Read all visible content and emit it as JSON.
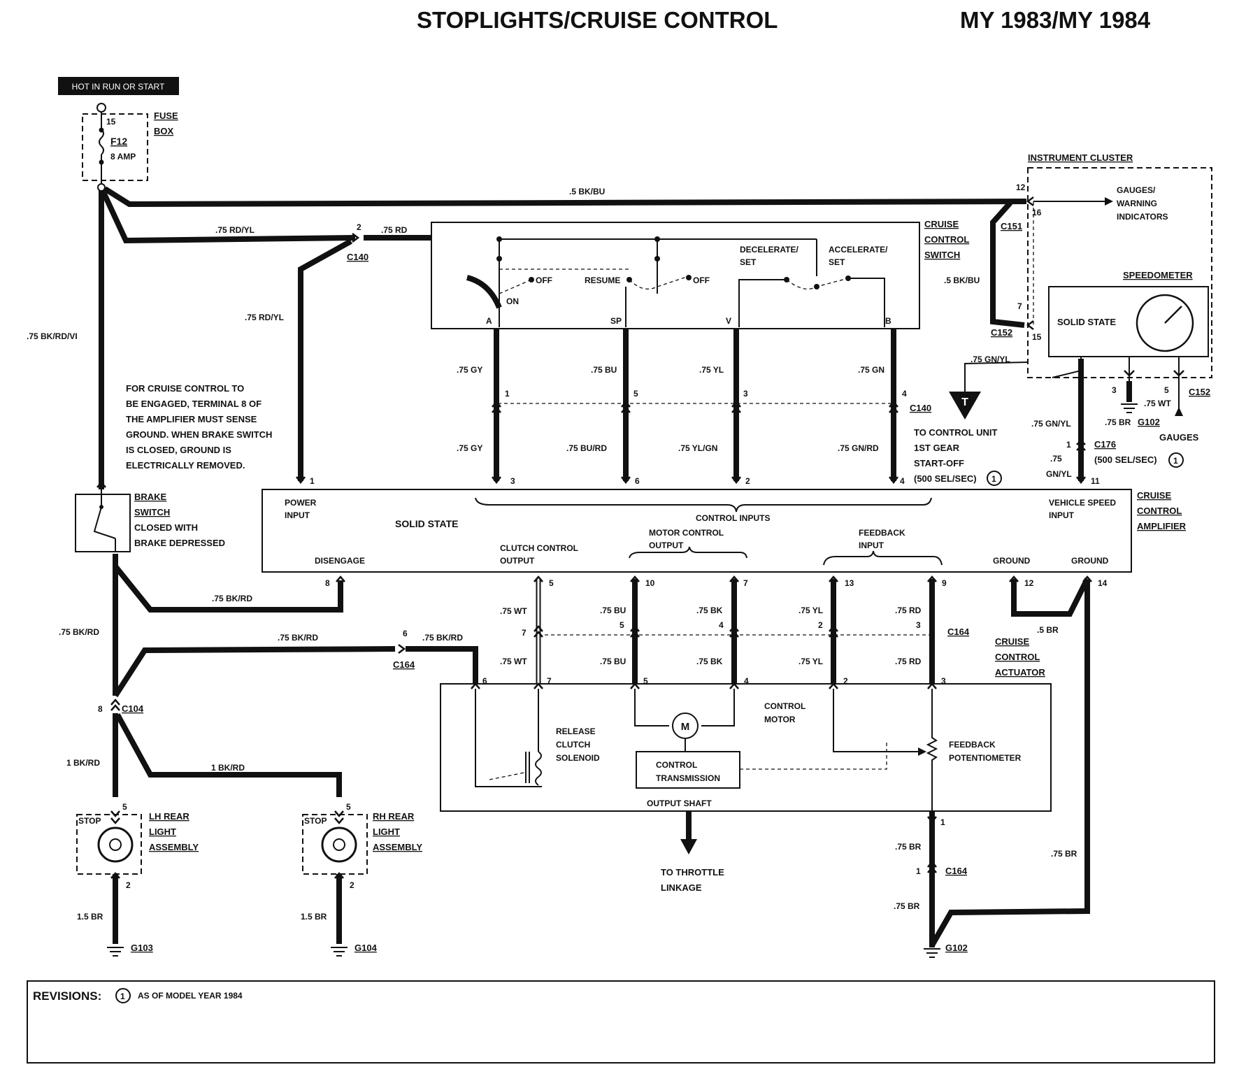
{
  "header": {
    "title": "STOPLIGHTS/CRUISE CONTROL",
    "model_years": "MY 1983/MY 1984"
  },
  "power": {
    "badge": "HOT IN RUN OR START",
    "fuse_box": [
      "FUSE",
      "BOX"
    ],
    "fuse_id": "F12",
    "fuse_rating": "8 AMP",
    "fuse_terminal": "15"
  },
  "note": [
    "FOR CRUISE CONTROL TO",
    "BE ENGAGED, TERMINAL 8 OF",
    "THE AMPLIFIER MUST SENSE",
    "GROUND. WHEN BRAKE SWITCH",
    "IS CLOSED, GROUND IS",
    "ELECTRICALLY REMOVED."
  ],
  "brake_switch": {
    "name": [
      "BRAKE",
      "SWITCH"
    ],
    "desc": [
      "CLOSED WITH",
      "BRAKE DEPRESSED"
    ]
  },
  "cruise_switch": {
    "name": [
      "CRUISE",
      "CONTROL",
      "SWITCH"
    ],
    "positions": {
      "off1": "OFF",
      "on": "ON",
      "resume": "RESUME",
      "off2": "OFF",
      "decel": [
        "DECELERATE/",
        "SET"
      ],
      "accel": [
        "ACCELERATE/",
        "SET"
      ]
    },
    "terminals": [
      "A",
      "SP",
      "V",
      "B"
    ]
  },
  "instrument_cluster": {
    "name": "INSTRUMENT CLUSTER",
    "gauges": [
      "GAUGES/",
      "WARNING",
      "INDICATORS"
    ],
    "speedometer": "SPEEDOMETER",
    "solid_state": "SOLID STATE"
  },
  "amplifier": {
    "name": [
      "CRUISE",
      "CONTROL",
      "AMPLIFIER"
    ],
    "solid_state": "SOLID STATE",
    "power_input": [
      "POWER",
      "INPUT"
    ],
    "control_inputs": "CONTROL INPUTS",
    "vehicle_speed": [
      "VEHICLE SPEED",
      "INPUT"
    ],
    "disengage": "DISENGAGE",
    "clutch_output": [
      "CLUTCH CONTROL",
      "OUTPUT"
    ],
    "motor_output": [
      "MOTOR CONTROL",
      "OUTPUT"
    ],
    "feedback_input": [
      "FEEDBACK",
      "INPUT"
    ],
    "ground1": "GROUND",
    "ground2": "GROUND"
  },
  "actuator": {
    "name": [
      "CRUISE",
      "CONTROL",
      "ACTUATOR"
    ],
    "release": [
      "RELEASE",
      "CLUTCH",
      "SOLENOID"
    ],
    "control_motor": [
      "CONTROL",
      "MOTOR"
    ],
    "motor_symbol": "M",
    "transmission": [
      "CONTROL",
      "TRANSMISSION"
    ],
    "output_shaft": "OUTPUT   SHAFT",
    "feedback_pot": [
      "FEEDBACK",
      "POTENTIOMETER"
    ],
    "throttle": [
      "TO THROTTLE",
      "LINKAGE"
    ]
  },
  "td_control": {
    "lines": [
      "TO CONTROL UNIT",
      "1ST GEAR",
      "START-OFF",
      "(500 SEL/SEC)"
    ],
    "symbol": "T"
  },
  "lights": {
    "lh": [
      "LH REAR",
      "LIGHT",
      "ASSEMBLY"
    ],
    "rh": [
      "RH REAR",
      "LIGHT",
      "ASSEMBLY"
    ],
    "stop": "STOP"
  },
  "wires": {
    "bk_bu_top": ".5 BK/BU",
    "rd_yl_top": ".75 RD/YL",
    "rd": ".75 RD",
    "rd_yl_down": ".75 RD/YL",
    "bk_rd_vi": ".75 BK/RD/VI",
    "gy": ".75 GY",
    "bu": ".75 BU",
    "yl": ".75 YL",
    "gn": ".75 GN",
    "gy2": ".75 GY",
    "bu_rd": ".75 BU/RD",
    "yl_gn": ".75 YL/GN",
    "gn_rd": ".75 GN/RD",
    "bk_bu_cluster": ".5 BK/BU",
    "gn_yl_td": ".75 GN/YL",
    "gn_yl_c176": ".75 GN/YL",
    "br_g102": ".75 BR",
    "wt_gauges": ".75 WT",
    "gn_yl_amp_1": ".75",
    "gn_yl_amp_2": "GN/YL",
    "bk_rd_brake": ".75 BK/RD",
    "bk_rd_left": ".75 BK/RD",
    "bk_rd_mid": ".75 BK/RD",
    "bk_rd_c164": ".75 BK/RD",
    "bk_rd_1a": "1 BK/RD",
    "bk_rd_1b": "1 BK/RD",
    "br_lh": "1.5 BR",
    "br_rh": "1.5 BR",
    "wt_1": ".75 WT",
    "wt_2": ".75 WT",
    "bu_a1": ".75 BU",
    "bu_a2": ".75 BU",
    "bk_a1": ".75 BK",
    "bk_a2": ".75 BK",
    "yl_a1": ".75 YL",
    "yl_a2": ".75 YL",
    "rd_a1": ".75 RD",
    "rd_a2": ".75 RD",
    "br_5": ".5 BR",
    "br_a1": ".75 BR",
    "br_a2": ".75 BR",
    "br_right": ".75 BR",
    "gauges_lbl": "GAUGES"
  },
  "connectors": {
    "c140a": "C140",
    "c140b": "C140",
    "c151": "C151",
    "c152a": "C152",
    "c152b": "C152",
    "c176": "C176",
    "c176_note": "(500 SEL/SEC)",
    "c104": "C104",
    "c164a": "C164",
    "c164b": "C164",
    "c164c": "C164",
    "g102a": "G102",
    "g102b": "G102",
    "g103": "G103",
    "g104": "G104"
  },
  "pins": {
    "p15": "15",
    "p12": "12",
    "p16": "16",
    "p7": "7",
    "p15b": "15",
    "p2": "2",
    "p1a": "1",
    "p5a": "5",
    "p3a": "3",
    "p4a": "4",
    "p3b": "3",
    "p6b": "6",
    "p2b": "2",
    "p4b": "4",
    "p1b": "1",
    "p3c": "3",
    "p5c": "5",
    "p1c": "1",
    "p11": "11",
    "p8": "8",
    "p5d": "5",
    "p10": "10",
    "p7b": "7",
    "p13": "13",
    "p9": "9",
    "p12b": "12",
    "p14": "14",
    "p6c": "6",
    "p7c": "7",
    "p5e": "5",
    "p4c": "4",
    "p2c": "2",
    "p3d": "3",
    "p6d": "6",
    "p7d": "7",
    "p5f": "5",
    "p4d": "4",
    "p2d": "2",
    "p3e": "3",
    "p8b": "8",
    "p5g": "5",
    "p5h": "5",
    "p2e": "2",
    "p2f": "2",
    "p1d": "1",
    "p1e": "1"
  },
  "revisions": {
    "label": "REVISIONS:",
    "marker": "1",
    "text": "AS OF MODEL YEAR 1984"
  }
}
